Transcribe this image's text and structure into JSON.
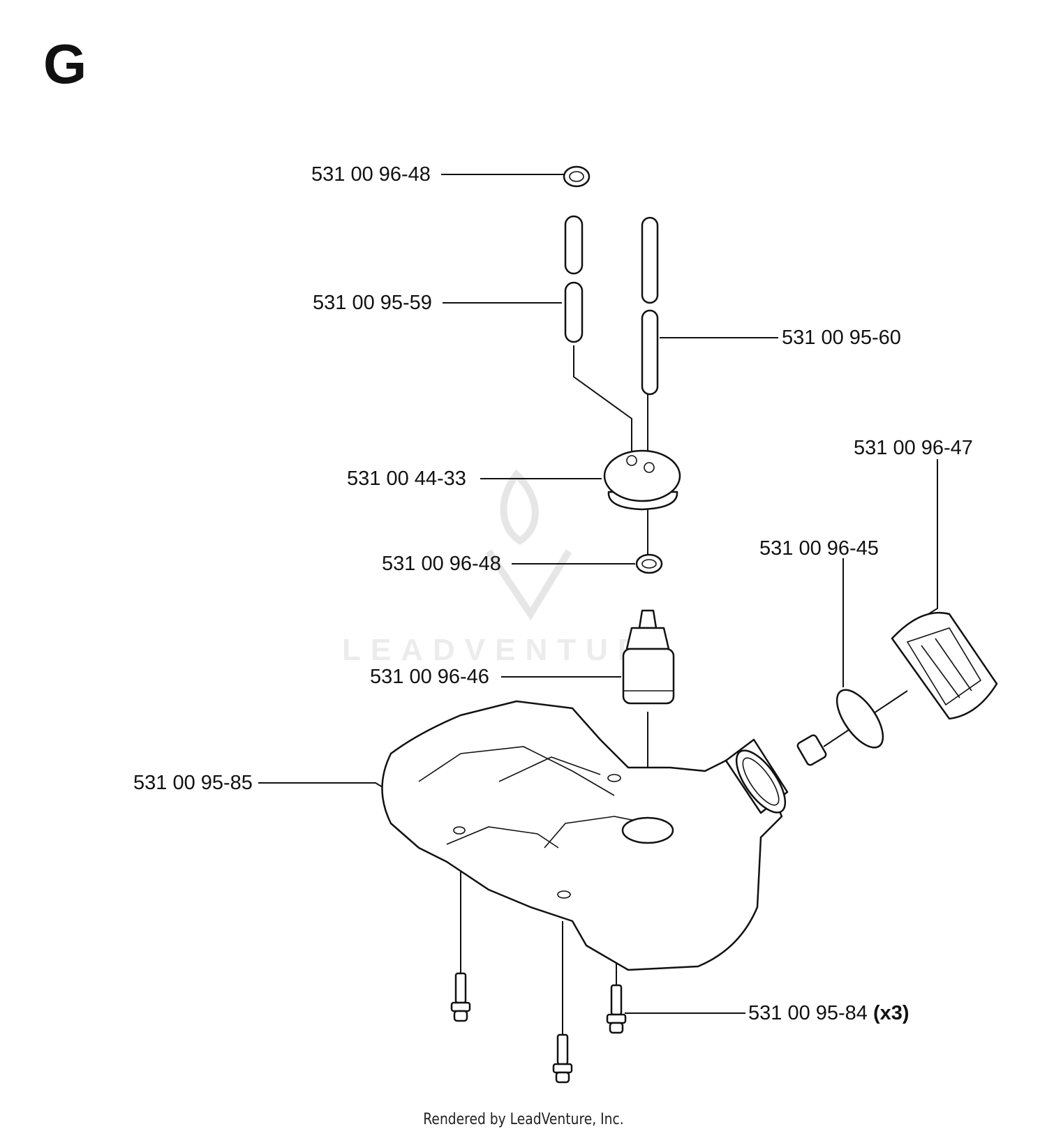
{
  "section_letter": "G",
  "watermark": "LEADVENTURE",
  "footer": "Rendered by LeadVenture, Inc.",
  "callouts": [
    {
      "part_number": "531 00 96-48",
      "qty": ""
    },
    {
      "part_number": "531 00 95-59",
      "qty": ""
    },
    {
      "part_number": "531 00 95-60",
      "qty": ""
    },
    {
      "part_number": "531 00 44-33",
      "qty": ""
    },
    {
      "part_number": "531 00 96-48",
      "qty": ""
    },
    {
      "part_number": "531 00 96-47",
      "qty": ""
    },
    {
      "part_number": "531 00 96-45",
      "qty": ""
    },
    {
      "part_number": "531 00 96-46",
      "qty": ""
    },
    {
      "part_number": "531 00 95-85",
      "qty": ""
    },
    {
      "part_number": "531 00 95-84",
      "qty": "(x3)"
    }
  ]
}
